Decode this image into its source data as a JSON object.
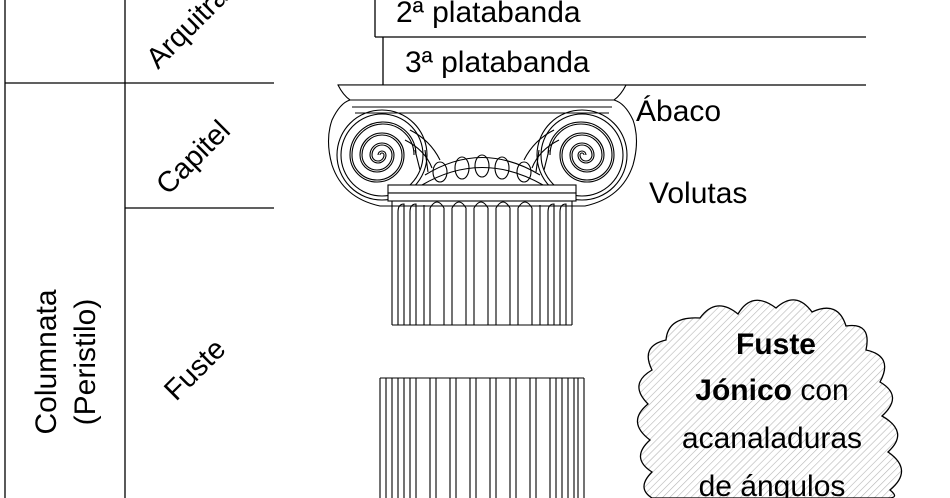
{
  "labels": {
    "architrave_rotated": "Arquitrabe",
    "platabanda_2": "2ª platabanda",
    "platabanda_3": "3ª platabanda",
    "abaco": "Ábaco",
    "volutas": "Volutas",
    "capitel": "Capitel",
    "fuste": "Fuste",
    "columnata_line1": "Columnata",
    "columnata_line2": "(Peristilo)"
  },
  "callout": {
    "line1": "Fuste",
    "line2_bold": "Jónico",
    "line2_rest": " con",
    "line3": "acanaladuras",
    "line4": "de ángulos"
  },
  "colors": {
    "ink": "#000000",
    "hatch": "#b5b5b5",
    "background": "#ffffff"
  }
}
